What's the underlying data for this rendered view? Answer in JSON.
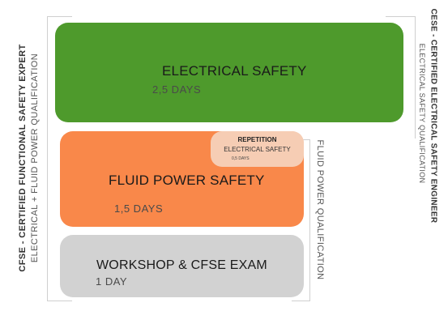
{
  "left_label": {
    "title": "CFSE - CERTIFIED FUNCTIONAL SAFETY EXPERT",
    "subtitle": "ELECTRICAL + FLUID POWER QUALIFICATION"
  },
  "right_label": {
    "title": "CESE - CERTIFIED ELECTRICAL SAFETY ENGINEER",
    "subtitle": "ELECTRICAL SAFETY QUALIFICATION"
  },
  "fluid_label": "FLUID POWER QUALIFICATION",
  "modules": {
    "electrical": {
      "title": "ELECTRICAL SAFETY",
      "duration": "2,5 DAYS",
      "color": "#4e9a2c"
    },
    "fluid": {
      "title": "FLUID POWER SAFETY",
      "duration": "1,5 DAYS",
      "color": "#f9884a"
    },
    "workshop": {
      "title": "WORKSHOP & CFSE EXAM",
      "duration": "1  DAY",
      "color": "#d2d2d2"
    }
  },
  "repetition": {
    "label": "REPETITION",
    "title": "ELECTRICAL SAFETY",
    "duration": "0,5 DAYS",
    "color": "#f6cdb4"
  }
}
